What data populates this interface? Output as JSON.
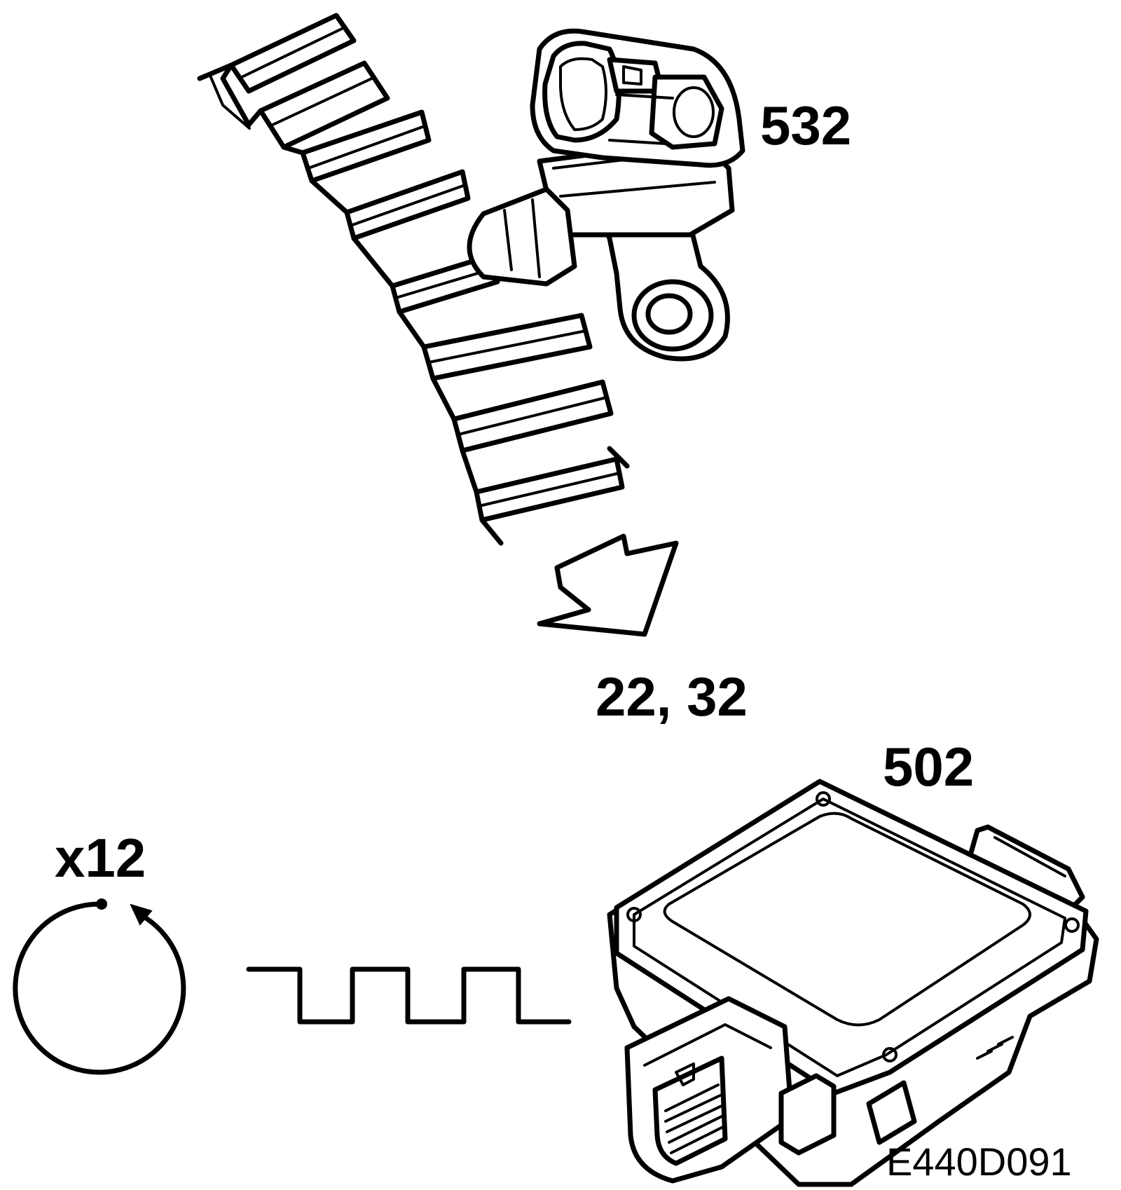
{
  "labels": {
    "sensor_callout": "532",
    "arrow_callout": "22, 32",
    "module_callout": "502",
    "rotation_count": "x12",
    "figure_code": "E440D091"
  },
  "colors": {
    "ink": "#000000",
    "paper": "#ffffff"
  },
  "icons": {
    "rotation": "circular-arrow-icon",
    "signal": "square-wave-icon",
    "flow": "hollow-arrow-icon"
  }
}
